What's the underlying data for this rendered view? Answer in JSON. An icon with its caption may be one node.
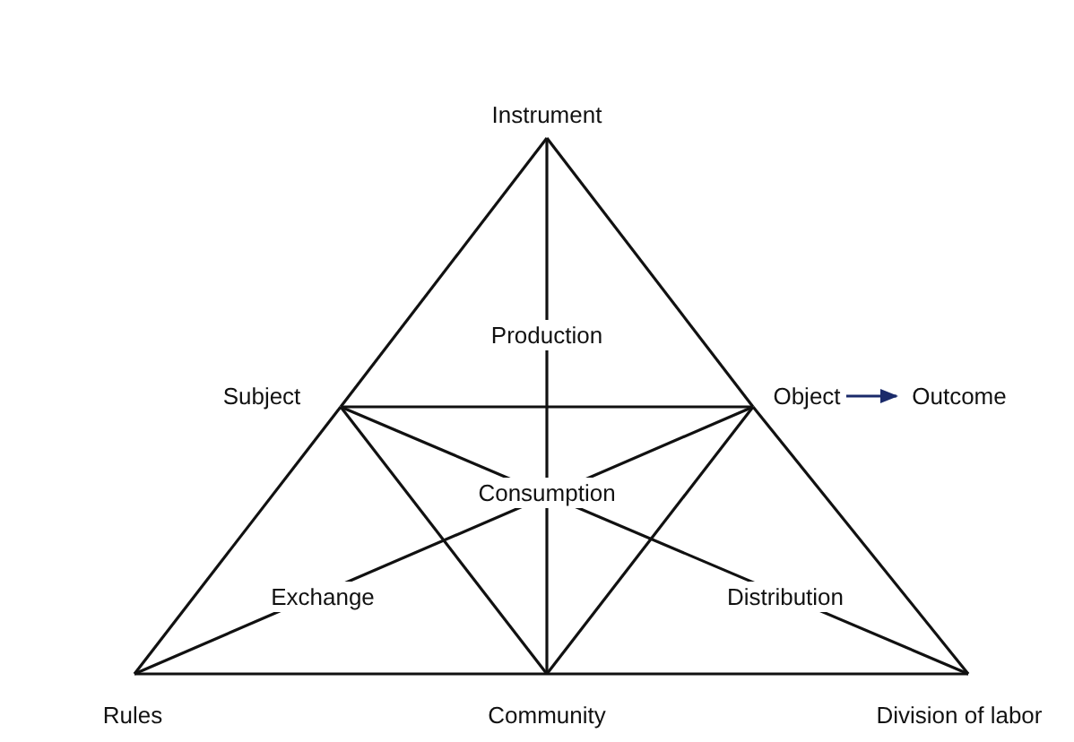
{
  "diagram": {
    "nodes": [
      {
        "text": [
          "Instrument"
        ]
      },
      {
        "text": [
          "Subject"
        ]
      },
      {
        "text": [
          "Object"
        ]
      },
      {
        "text": [
          "Outcome"
        ]
      },
      {
        "text": [
          "Rules"
        ]
      },
      {
        "text": [
          "Community"
        ]
      },
      {
        "text": [
          "Division of labor"
        ]
      }
    ],
    "edges": [
      {
        "from": 0,
        "to": 1,
        "arrow": "none"
      },
      {
        "from": 1,
        "to": 4,
        "arrow": "none"
      },
      {
        "from": 0,
        "to": 2,
        "arrow": "none"
      },
      {
        "from": 2,
        "to": 6,
        "arrow": "none"
      },
      {
        "from": 4,
        "to": 5,
        "arrow": "none"
      },
      {
        "from": 5,
        "to": 6,
        "arrow": "none"
      },
      {
        "from": 1,
        "to": 2,
        "arrow": "none"
      },
      {
        "from": 0,
        "to": 5,
        "arrow": "none"
      },
      {
        "from": 1,
        "to": 5,
        "arrow": "none"
      },
      {
        "from": 2,
        "to": 5,
        "arrow": "none"
      },
      {
        "from": 1,
        "to": 6,
        "arrow": "none"
      },
      {
        "from": 2,
        "to": 4,
        "arrow": "none"
      },
      {
        "from": 2,
        "to": 3,
        "arrow": "to"
      }
    ],
    "labels": [
      "Production",
      "Consumption",
      "Exchange",
      "Distribution"
    ]
  }
}
